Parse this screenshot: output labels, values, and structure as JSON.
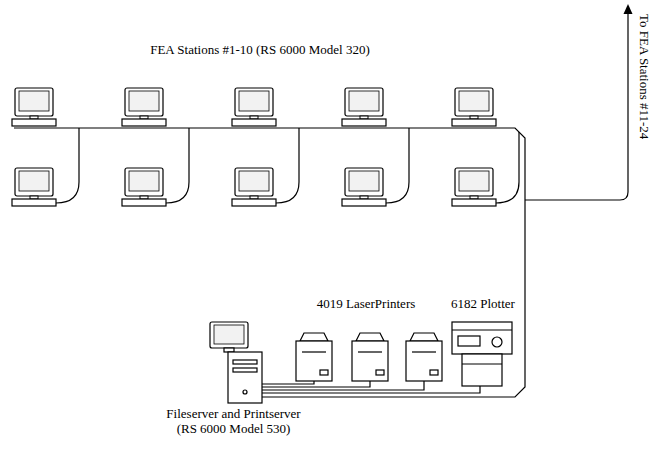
{
  "diagram": {
    "nodes": [
      {
        "text": [
          "FEA Stations #1-10 (RS 6000 Model 320)"
        ]
      },
      {
        "text": [
          "4019 LaserPrinters"
        ]
      },
      {
        "text": [
          "6182 Plotter"
        ]
      },
      {
        "text": [
          "Fileserver and Printserver (RS 6000 Model 530)"
        ]
      }
    ],
    "edges": [
      {
        "from": 3,
        "to": 1,
        "arrow": "none"
      },
      {
        "from": 3,
        "to": 2,
        "arrow": "none"
      },
      {
        "from": 3,
        "to": 0,
        "arrow": "none"
      }
    ],
    "labels": [
      "To FEA Stations #11-24"
    ]
  }
}
